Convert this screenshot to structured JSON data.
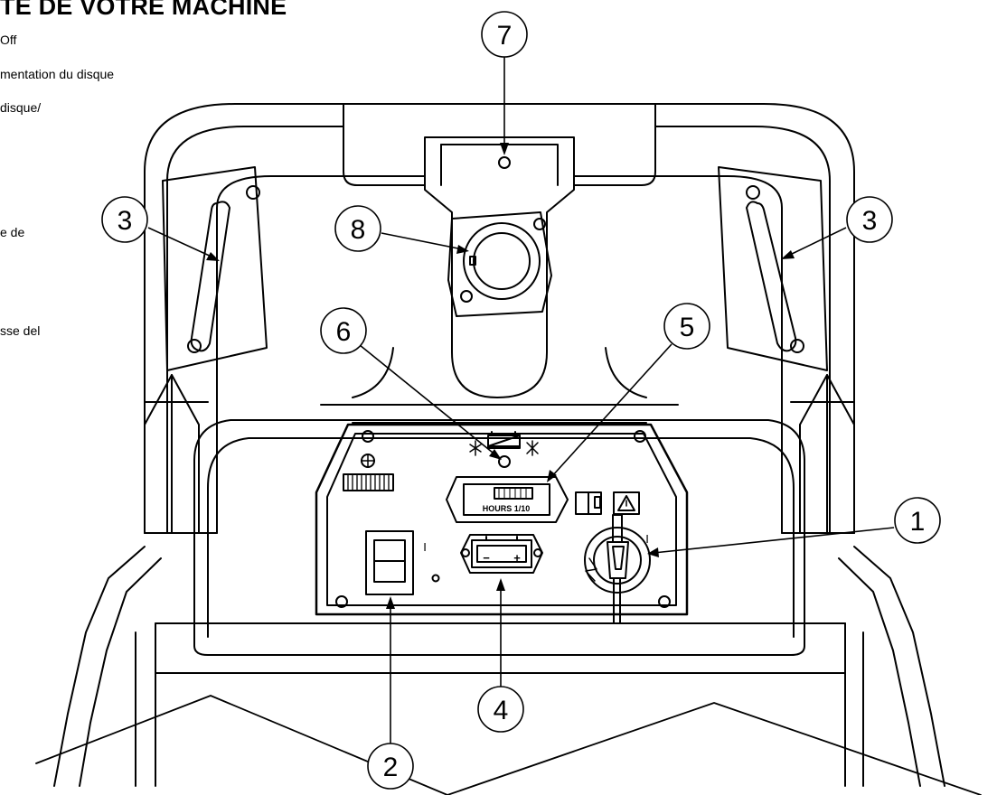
{
  "heading": "TE DE VOTRE MACHINE",
  "side_text": [
    "Off",
    "mentation du disque",
    "disque/",
    "e de",
    "sse del"
  ],
  "callouts": [
    "7",
    "3",
    "8",
    "3",
    "6",
    "5",
    "1",
    "2",
    "4"
  ],
  "panel": {
    "hour_meter_label": "HOURS 1/10",
    "battery_minus": "−",
    "battery_plus": "+",
    "switch_on_mark": "I",
    "switch_off_mark": "O",
    "key_on_mark": "I"
  }
}
